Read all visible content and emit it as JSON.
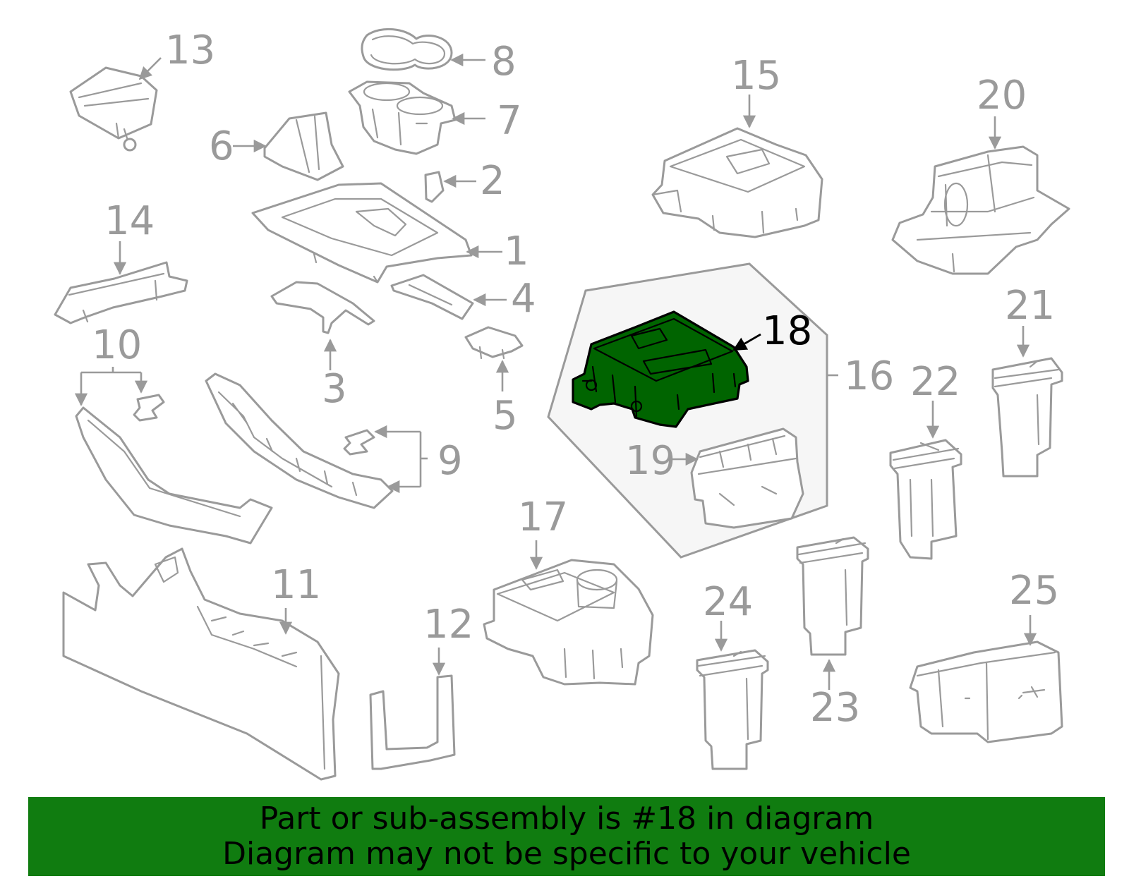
{
  "diagram": {
    "highlighted_part": "18",
    "callouts": [
      "1",
      "2",
      "3",
      "4",
      "5",
      "6",
      "7",
      "8",
      "9",
      "10",
      "11",
      "12",
      "13",
      "14",
      "15",
      "16",
      "17",
      "18",
      "19",
      "20",
      "21",
      "22",
      "23",
      "24",
      "25"
    ]
  },
  "banner": {
    "line1": "Part or sub-assembly is #18 in diagram",
    "line2": "Diagram may not be specific to your vehicle"
  },
  "colors": {
    "highlight_fill": "#006400",
    "banner_background": "#107c10",
    "line_art": "#9a9a9a"
  }
}
